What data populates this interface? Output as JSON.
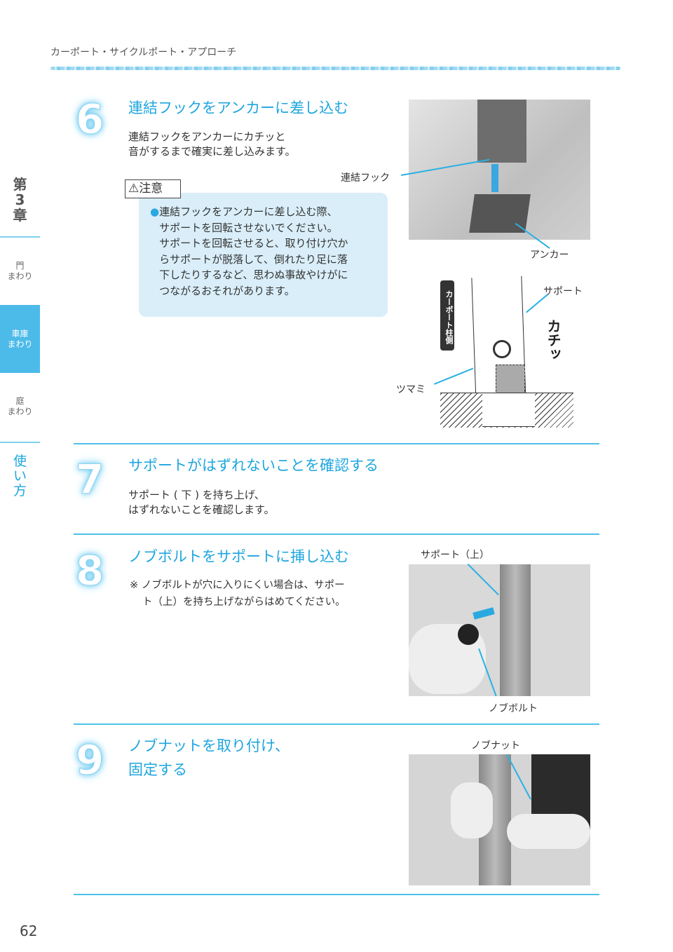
{
  "header": {
    "breadcrumb": "カーポート・サイクルポート・アプローチ"
  },
  "sidebar": {
    "chapter": [
      "第",
      "3",
      "章"
    ],
    "items": [
      {
        "label1": "門",
        "label2": "まわり"
      },
      {
        "label1": "車庫",
        "label2": "まわり",
        "active": true
      },
      {
        "label1": "庭",
        "label2": "まわり"
      }
    ],
    "usage": [
      "使",
      "い",
      "方"
    ]
  },
  "steps": [
    {
      "number": "6",
      "title": "連結フックをアンカーに差し込む",
      "body": [
        "連結フックをアンカーにカチッと",
        "音がするまで確実に差し込みます。"
      ],
      "caution": {
        "label": "注意",
        "icon": "warning-triangle-icon",
        "lines": [
          "連結フックをアンカーに差し込む際、",
          "サポートを回転させないでください。",
          "サポートを回転させると、取り付け穴か",
          "らサポートが脱落して、倒れたり足に落",
          "下したりするなど、思わぬ事故やけがに",
          "つながるおそれがあります。"
        ]
      },
      "photo_labels": {
        "hook": "連結フック",
        "anchor": "アンカー"
      },
      "diagram": {
        "side_tag": "カーポート柱側",
        "support": "サポート",
        "knob": "ツマミ",
        "click": "カチッ"
      }
    },
    {
      "number": "7",
      "title": "サポートがはずれないことを確認する",
      "body": [
        "サポート ( 下 ) を持ち上げ、",
        "はずれないことを確認します。"
      ]
    },
    {
      "number": "8",
      "title": "ノブボルトをサポートに挿し込む",
      "note": [
        "※ ノブボルトが穴に入りにくい場合は、サポー",
        "ト（上）を持ち上げながらはめてください。"
      ],
      "photo_labels": {
        "support_upper": "サポート（上）",
        "knob_bolt": "ノブボルト"
      }
    },
    {
      "number": "9",
      "title": [
        "ノブナットを取り付け、",
        "固定する"
      ],
      "photo_labels": {
        "knob_nut": "ノブナット"
      }
    }
  ],
  "page_number": "62",
  "colors": {
    "accent": "#1ea6de",
    "caution_bg": "#d9eef9",
    "divider": "#4fc0ea"
  }
}
